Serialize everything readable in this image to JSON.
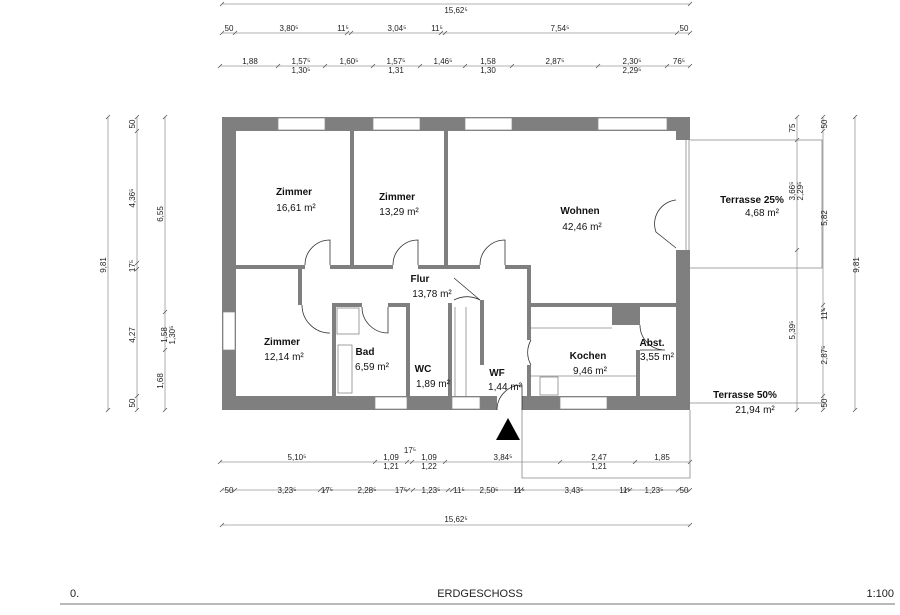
{
  "rooms": [
    {
      "name": "Zimmer",
      "area": "16,61 m²"
    },
    {
      "name": "Zimmer",
      "area": "13,29 m²"
    },
    {
      "name": "Wohnen",
      "area": "42,46 m²"
    },
    {
      "name": "Terrasse 25%",
      "area": "4,68 m²"
    },
    {
      "name": "Flur",
      "area": "13,78 m²"
    },
    {
      "name": "Zimmer",
      "area": "12,14 m²"
    },
    {
      "name": "Bad",
      "area": "6,59 m²"
    },
    {
      "name": "WC",
      "area": "1,89 m²"
    },
    {
      "name": "WF",
      "area": "1,44 m²"
    },
    {
      "name": "Kochen",
      "area": "9,46 m²"
    },
    {
      "name": "Abst.",
      "area": "3,55 m²"
    },
    {
      "name": "Terrasse 50%",
      "area": "21,94 m²"
    }
  ],
  "dimensions": {
    "top_total": "15,62⁵",
    "top_row1": [
      "50",
      "3,80⁵",
      "11⁵",
      "3,04⁵",
      "11⁵",
      "7,54⁵",
      "50"
    ],
    "top_row2": [
      "1,88",
      "1,57⁵",
      "1,30⁵",
      "1,60⁵",
      "1,57⁵",
      "1,31",
      "1,46⁵",
      "1,58",
      "1,30",
      "2,87⁵",
      "2,30⁵",
      "2,29⁵",
      "76⁵"
    ],
    "bottom_row1": [
      "5,10⁵",
      "1,09",
      "1,21",
      "17⁵",
      "1,09",
      "1,22",
      "3,84⁵",
      "2,47",
      "1,21",
      "1,85"
    ],
    "bottom_row2": [
      "50",
      "3,23⁵",
      "17⁵",
      "2,28⁵",
      "17⁵",
      "1,23⁵",
      "11⁵",
      "2,50⁵",
      "11⁵",
      "3,43⁵",
      "11⁵",
      "1,23⁵",
      "50"
    ],
    "bottom_total": "15,62⁵",
    "left_total": "9,81",
    "left_row1": [
      "50",
      "4,36⁵",
      "17⁵",
      "4,27",
      "50"
    ],
    "left_row2": [
      "6,55",
      "1,58",
      "1,30⁵",
      "1,68"
    ],
    "right_row1": [
      "75",
      "3,66⁵",
      "2,29⁵",
      "5,39⁵"
    ],
    "right_row2": [
      "50",
      "5,82",
      "11⁵",
      "2,87⁵",
      "50"
    ],
    "right_total": "9,81"
  },
  "footer": {
    "level": "0.",
    "title": "ERDGESCHOSS",
    "scale": "1:100"
  }
}
